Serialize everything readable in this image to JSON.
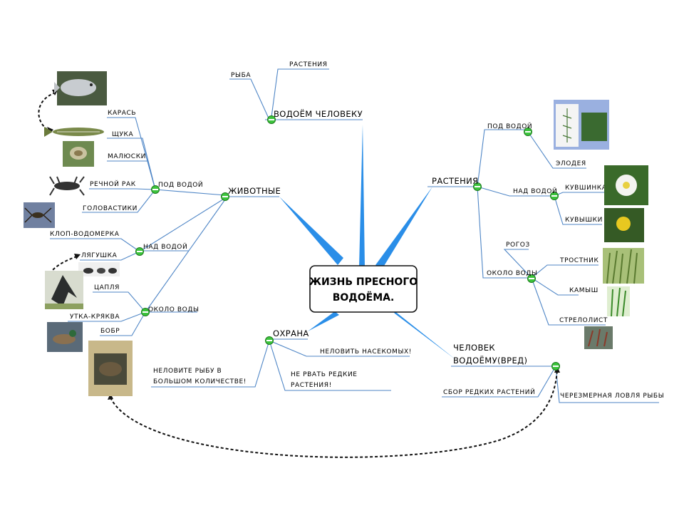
{
  "root": {
    "line1": "ЖИЗНЬ ПРЕСНОГО",
    "line2": "ВОДОЁМА."
  },
  "branches": {
    "human_use": "ВОДОЁМ ЧЕЛОВЕКУ",
    "animals": "ЖИВОТНЫЕ",
    "plants": "РАСТЕНИЯ",
    "protection": "ОХРАНА",
    "harm_line1": "ЧЕЛОВЕК",
    "harm_line2": "ВОДОЁМУ(ВРЕД)"
  },
  "human_use": {
    "fish": "РЫБА",
    "plants": "РАСТЕНИЯ"
  },
  "animals": {
    "under_water": "ПОД ВОДОЙ",
    "above_water": "НАД ВОДОЙ",
    "near_water": "ОКОЛО ВОДЫ",
    "under_items": [
      "КАРАСЬ",
      "ЩУКА",
      "МАЛЮСКИ",
      "РЕЧНОЙ РАК",
      "ГОЛОВАСТИКИ"
    ],
    "above_items": [
      "КЛОП-ВОДОМЕРКА",
      "ЛЯГУШКА"
    ],
    "near_items": [
      "ЦАПЛЯ",
      "УТКА-КРЯКВА",
      "БОБР"
    ]
  },
  "plants": {
    "under_water": "ПОД ВОДОЙ",
    "above_water": "НАД ВОДОЙ",
    "near_water": "ОКОЛО ВОДЫ",
    "under_items": [
      "ЭЛОДЕЯ"
    ],
    "above_items": [
      "КУВШИНКА",
      "КУВЫШКИ"
    ],
    "near_items": [
      "РОГОЗ",
      "ТРОСТНИК",
      "КАМЫШ",
      "СТРЕЛОЛИСТ"
    ]
  },
  "protection": {
    "items": [
      "НЕЛОВИТЬ НАСЕКОМЫХ!",
      "НЕЛОВИТЕ РЫБУ В",
      "БОЛЬШОМ КОЛИЧЕСТВЕ!",
      "НЕ РВАТЬ РЕДКИЕ",
      "РАСТЕНИЯ!"
    ]
  },
  "harm": {
    "items": [
      "СБОР РЕДКИХ РАСТЕНИЙ",
      "ЧЕРЕЗМЕРНАЯ ЛОВЛЯ РЫБЫ"
    ]
  },
  "pictures": {
    "fish1-icon": "fish-photo",
    "pike-icon": "pike-photo",
    "mollusk-icon": "mollusk-photo",
    "crayfish-icon": "crayfish-drawing",
    "water-strider-icon": "water-strider-photo",
    "frog-icon": "frog-strip",
    "heron-icon": "heron-photo",
    "duck-icon": "duck-photo",
    "beaver-icon": "beaver-photo",
    "elodea-icon": "elodea-sheet",
    "water-lily-icon": "white-lily-photo",
    "yellow-lily-icon": "yellow-lily-photo",
    "reed-icon": "reed-photo",
    "sedge-icon": "sedge-photo",
    "arrowhead-icon": "arrowhead-photo"
  }
}
